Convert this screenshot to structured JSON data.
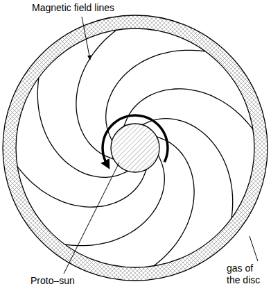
{
  "diagram": {
    "labels": [
      "Magnetic field lines",
      "Proto–sun",
      "gas of the disc"
    ]
  }
}
